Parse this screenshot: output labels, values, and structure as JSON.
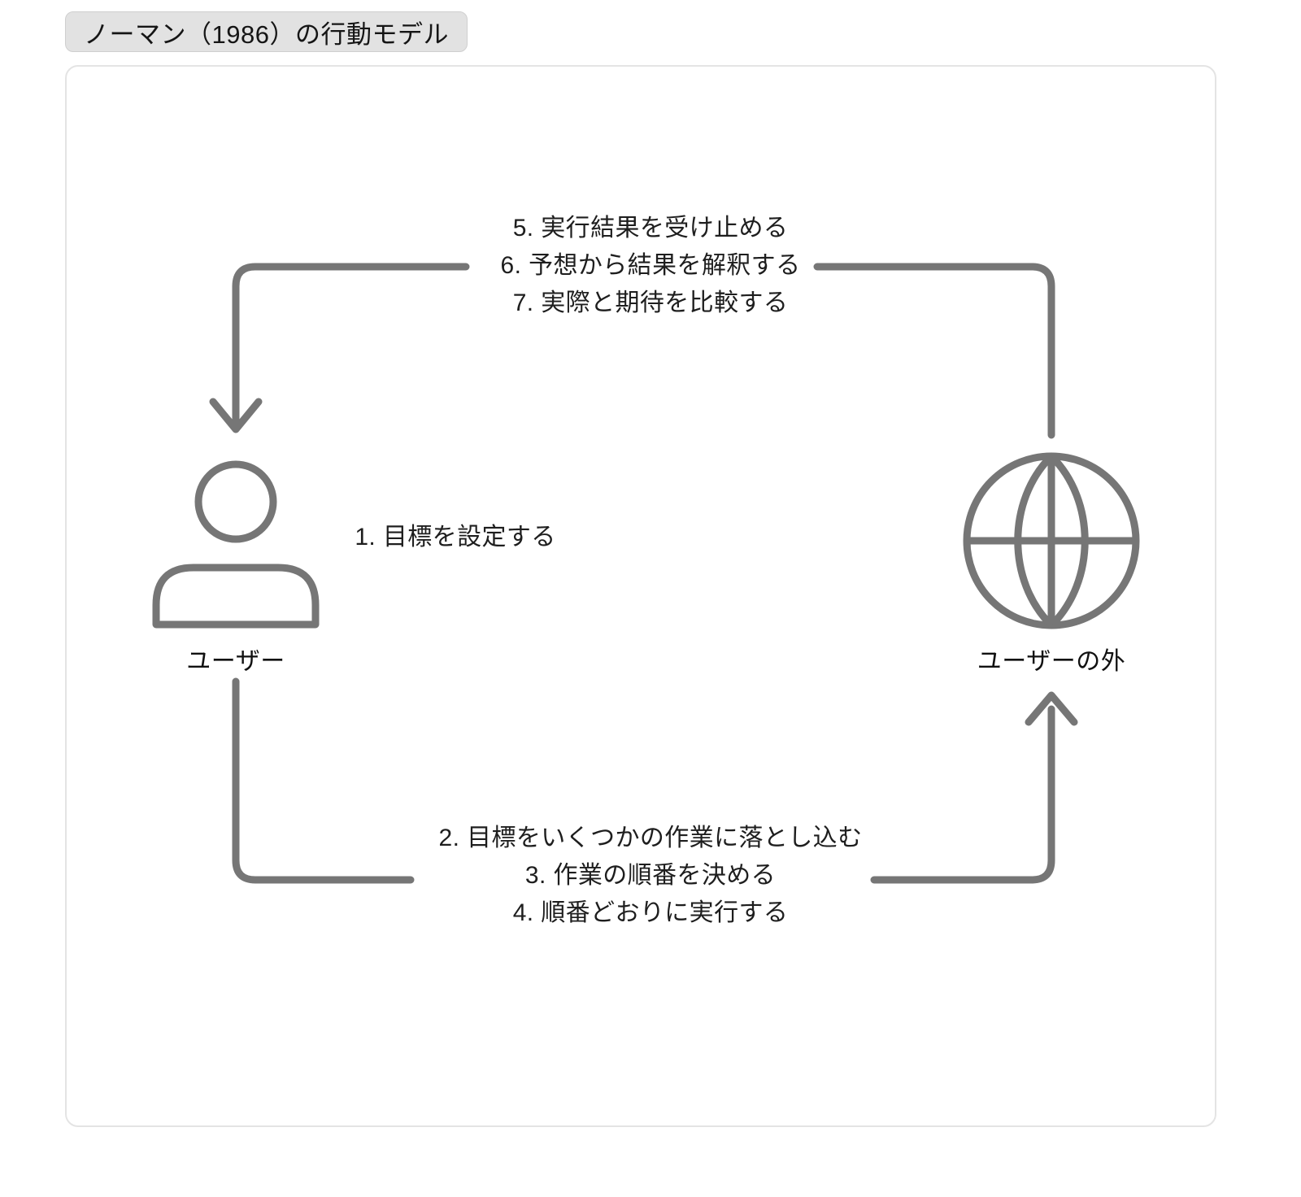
{
  "diagram": {
    "title": "ノーマン（1986）の行動モデル",
    "nodes": [
      {
        "id": "user",
        "label": "ユーザー",
        "icon": "person-icon"
      },
      {
        "id": "system",
        "label": "ユーザーの外",
        "icon": "globe-icon"
      }
    ],
    "edges": [
      {
        "id": "edge-top",
        "from": "system",
        "to": "user",
        "direction": "right-to-left",
        "lines": [
          "5. 実行結果を受け止める",
          "6. 予想から結果を解釈する",
          "7. 実際と期待を比較する"
        ]
      },
      {
        "id": "edge-middle",
        "from": "user",
        "to": "system",
        "direction": "none",
        "lines": [
          "1. 目標を設定する"
        ]
      },
      {
        "id": "edge-bottom",
        "from": "user",
        "to": "system",
        "direction": "left-to-right",
        "lines": [
          "2. 目標をいくつかの作業に落とし込む",
          "3. 作業の順番を決める",
          "4. 順番どおりに実行する"
        ]
      }
    ],
    "colors": {
      "stroke": "#767676",
      "text": "#1e1e1e",
      "frame_border": "#e4e4e4",
      "badge_fill": "#e2e2e2",
      "badge_border": "#cfcfcf",
      "background": "#ffffff"
    }
  }
}
